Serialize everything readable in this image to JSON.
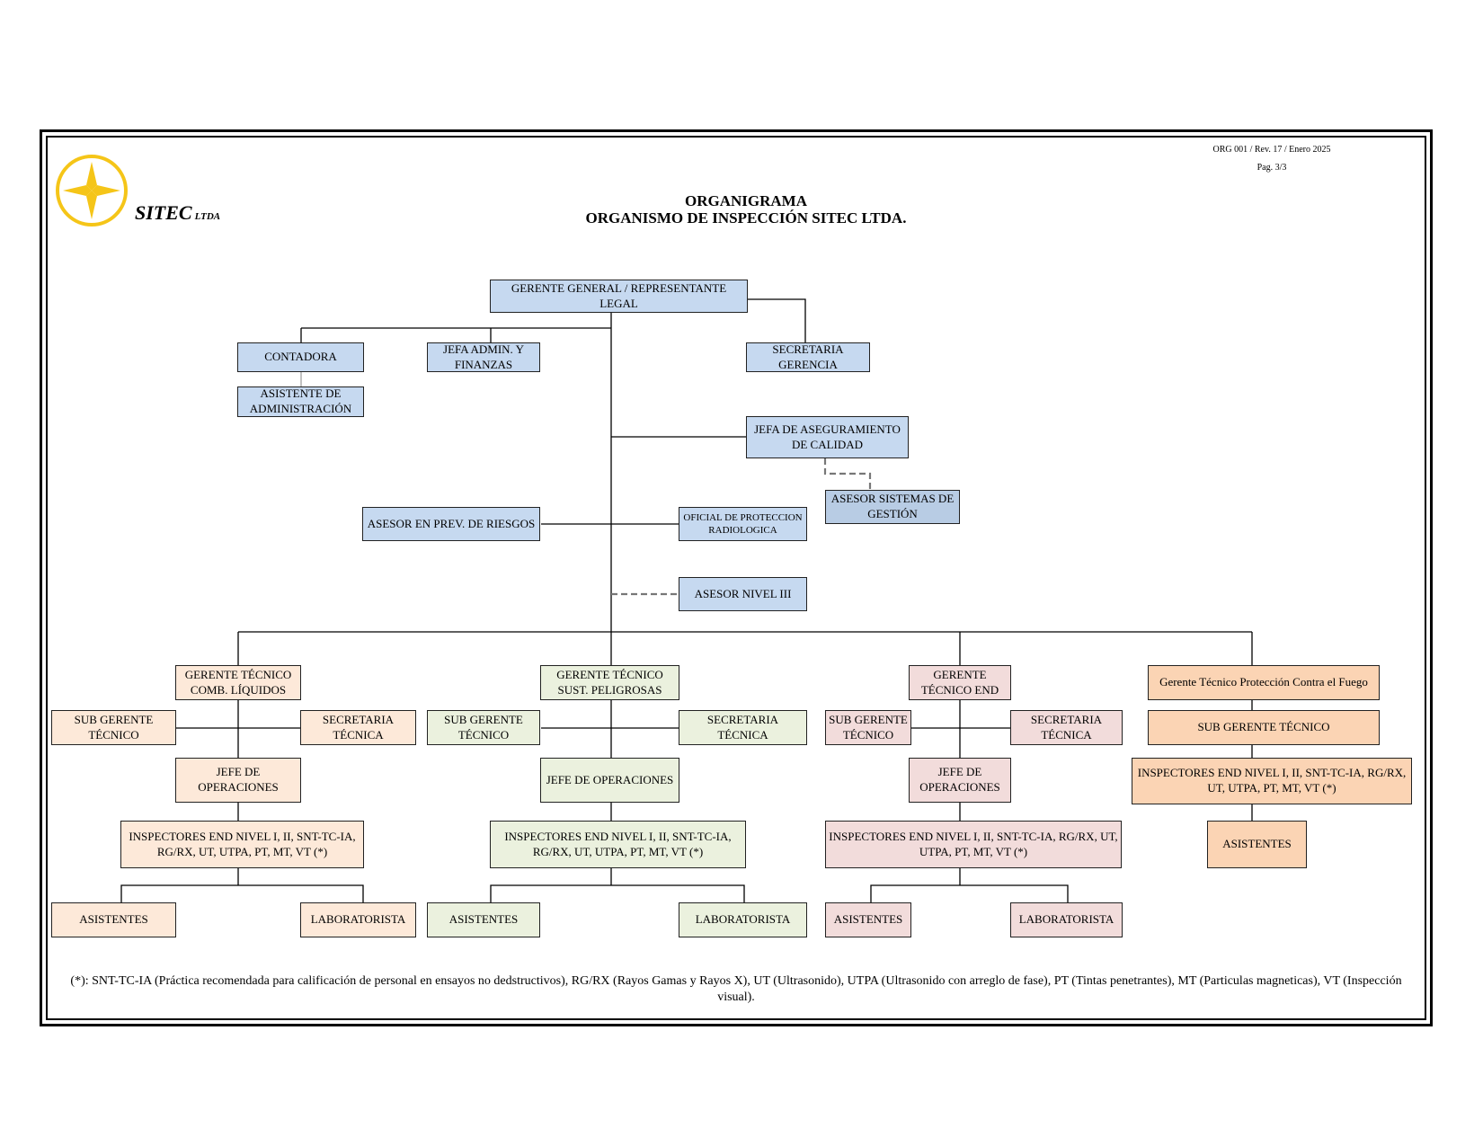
{
  "header": {
    "doc_ref": "ORG 001 / Rev. 17 / Enero 2025",
    "page": "Pag. 3/3",
    "title_line1": "ORGANIGRAMA",
    "title_line2": "ORGANISMO DE INSPECCIÓN SITEC LTDA.",
    "brand": "SITEC",
    "brand_suffix": "LTDA"
  },
  "boxes": {
    "gerente_general": "GERENTE GENERAL / REPRESENTANTE LEGAL",
    "contadora": "CONTADORA",
    "asistente_admin": "ASISTENTE DE ADMINISTRACIÓN",
    "jefa_admin": "JEFA ADMIN. Y FINANZAS",
    "secretaria_gerencia": "SECRETARIA GERENCIA",
    "jefa_calidad": "JEFA DE ASEGURAMIENTO DE CALIDAD",
    "asesor_gestion": "ASESOR SISTEMAS DE GESTIÓN",
    "asesor_riesgos": "ASESOR EN PREV. DE RIESGOS",
    "oficial_radiologica": "OFICIAL DE PROTECCION RADIOLOGICA",
    "asesor_nivel3": "ASESOR NIVEL III",
    "col1": {
      "gerente": "GERENTE TÉCNICO COMB. LÍQUIDOS",
      "sub_gerente": "SUB GERENTE TÉCNICO",
      "secretaria": "SECRETARIA TÉCNICA",
      "jefe_ops": "JEFE DE OPERACIONES",
      "inspectores": "INSPECTORES END NIVEL I, II, SNT-TC-IA, RG/RX, UT, UTPA, PT, MT, VT (*)",
      "asistentes": "ASISTENTES",
      "laboratorista": "LABORATORISTA"
    },
    "col2": {
      "gerente": "GERENTE TÉCNICO SUST. PELIGROSAS",
      "sub_gerente": "SUB GERENTE TÉCNICO",
      "secretaria": "SECRETARIA TÉCNICA",
      "jefe_ops": "JEFE DE OPERACIONES",
      "inspectores": "INSPECTORES END NIVEL I, II, SNT-TC-IA, RG/RX, UT, UTPA, PT, MT, VT (*)",
      "asistentes": "ASISTENTES",
      "laboratorista": "LABORATORISTA"
    },
    "col3": {
      "gerente": "GERENTE TÉCNICO END",
      "sub_gerente": "SUB GERENTE TÉCNICO",
      "secretaria": "SECRETARIA TÉCNICA",
      "jefe_ops": "JEFE DE OPERACIONES",
      "inspectores": "INSPECTORES END NIVEL I, II, SNT-TC-IA, RG/RX, UT, UTPA, PT, MT, VT (*)",
      "asistentes": "ASISTENTES",
      "laboratorista": "LABORATORISTA"
    },
    "col4": {
      "gerente": "Gerente Técnico Protección Contra el Fuego",
      "sub_gerente": "SUB GERENTE TÉCNICO",
      "inspectores": "INSPECTORES END NIVEL I, II, SNT-TC-IA, RG/RX, UT, UTPA, PT, MT, VT (*)",
      "asistentes": "ASISTENTES"
    }
  },
  "footnote": "(*): SNT-TC-IA (Práctica recomendada para calificación de personal en ensayos no dedstructivos), RG/RX (Rayos Gamas y Rayos X), UT (Ultrasonido), UTPA (Ultrasonido con arreglo de fase), PT (Tintas penetrantes), MT (Particulas magneticas), VT (Inspección visual).",
  "colors": {
    "blue": "#c6d9f0",
    "tan": "#fde9d9",
    "sage": "#ebf1de",
    "rose": "#f2dcdb",
    "orange": "#fbd4b4",
    "logo": "#f5c518"
  }
}
